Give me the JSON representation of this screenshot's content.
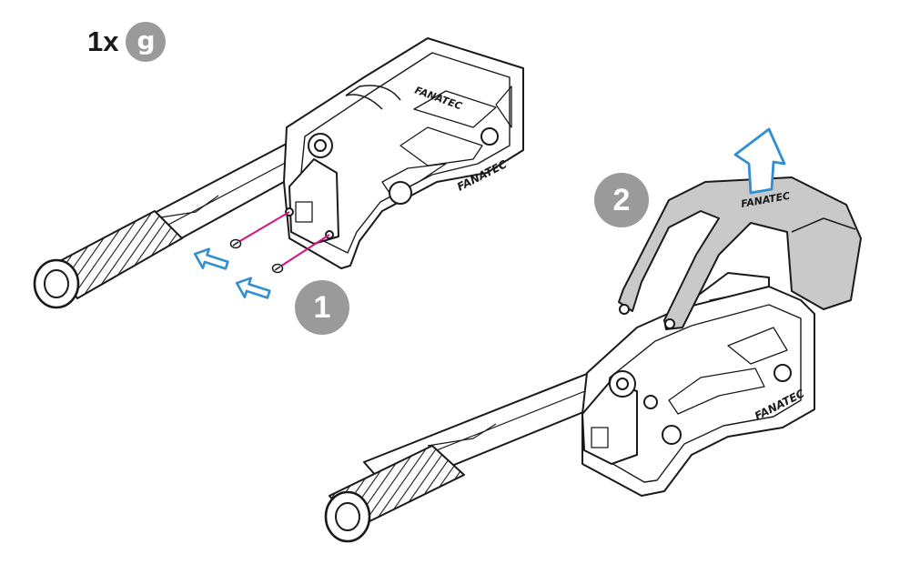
{
  "quantity": {
    "count_label": "1x",
    "part_label": "g"
  },
  "steps": [
    {
      "number": "1"
    },
    {
      "number": "2"
    }
  ],
  "branding": {
    "logo_text": "FANATEC"
  },
  "colors": {
    "badge": "#9a9a9a",
    "screw_guide": "#d4137f",
    "arrow": "#2f8fd0",
    "cover": "#c9c9c9",
    "outline": "#1a1a1a"
  },
  "icons": {
    "remove_screws": "arrow-out-icon",
    "lift_cover": "arrow-up-icon"
  }
}
